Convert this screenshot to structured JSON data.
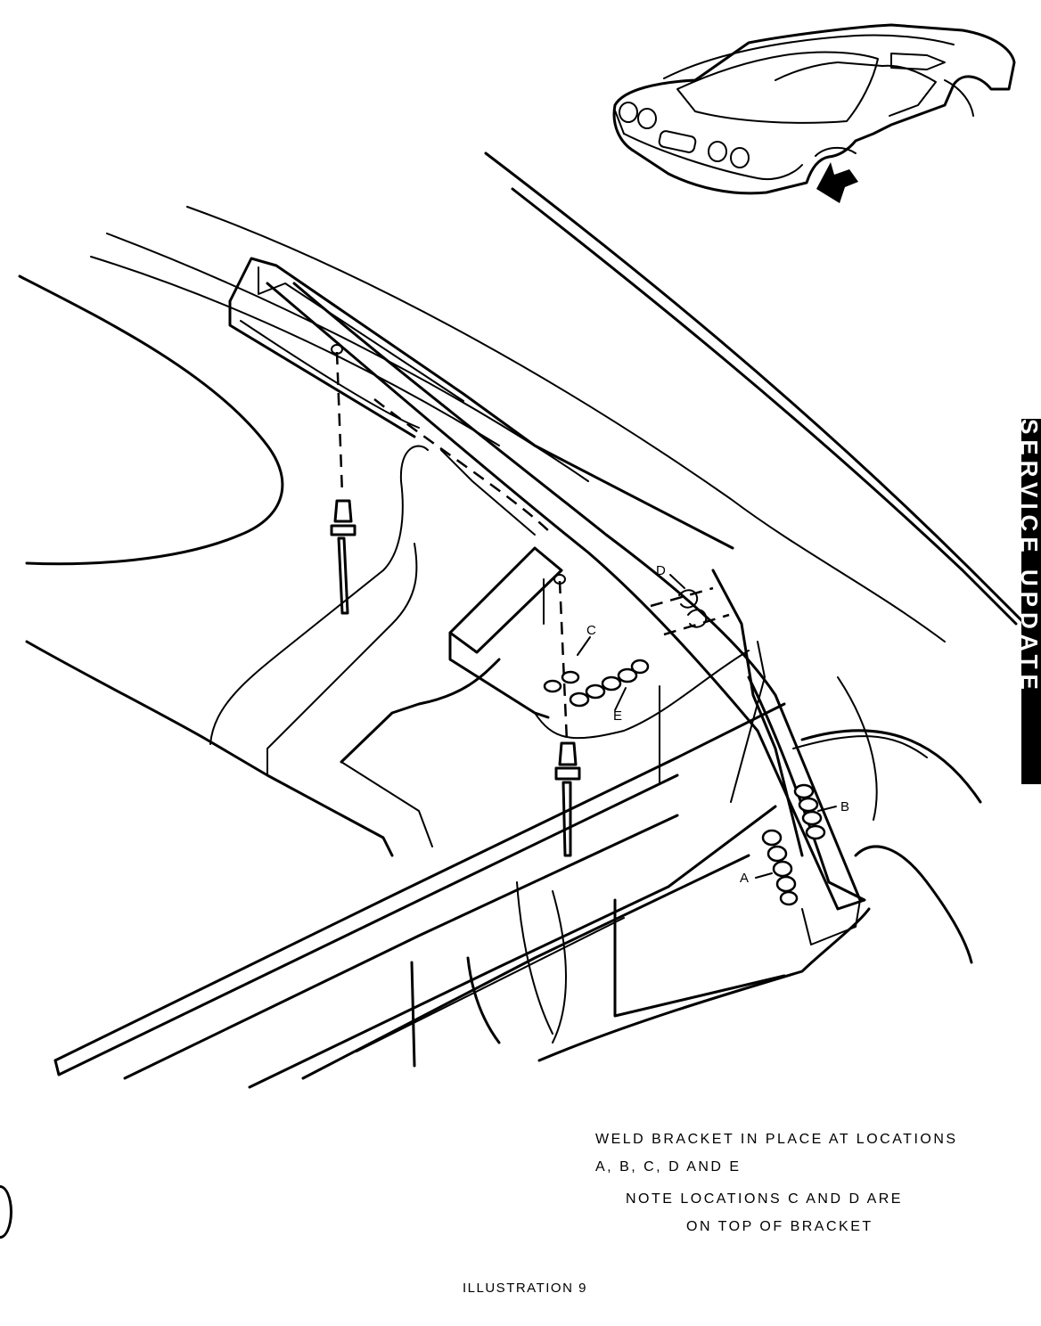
{
  "side_band_text": "SERVICE UPDATE",
  "instructions": {
    "line1": "WELD BRACKET IN PLACE AT LOCATIONS",
    "line2": "A, B, C, D AND E",
    "line3": "NOTE LOCATIONS C AND D ARE",
    "line4": "ON TOP OF BRACKET"
  },
  "caption": "ILLUSTRATION 9",
  "callouts": {
    "a": "A",
    "b": "B",
    "c": "C",
    "d": "D",
    "e": "E"
  },
  "colors": {
    "ink": "#000000",
    "paper": "#ffffff"
  }
}
